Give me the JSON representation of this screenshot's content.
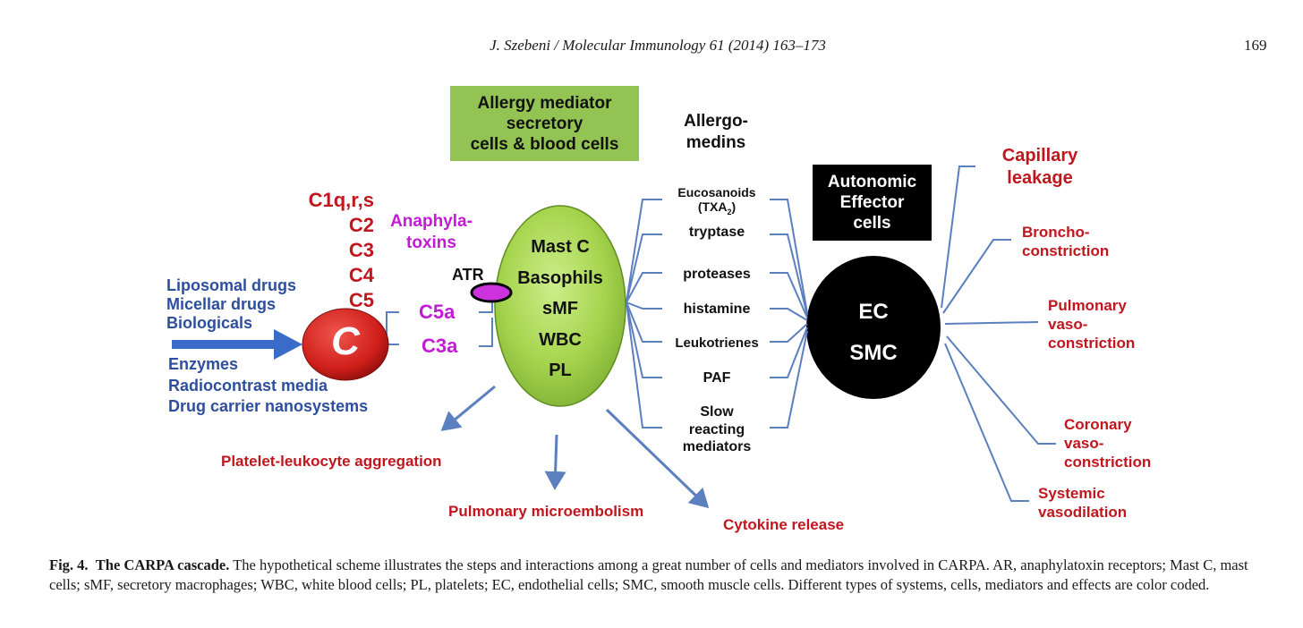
{
  "header": {
    "journal": "J. Szebeni / Molecular Immunology 61 (2014) 163–173",
    "page_number": "169"
  },
  "figure": {
    "green_box": [
      "Allergy mediator",
      "secretory",
      "cells & blood cells"
    ],
    "allergomedins_title": [
      "Allergo-",
      "medins"
    ],
    "autonomic_box": [
      "Autonomic",
      "Effector",
      "cells"
    ],
    "complement_components": [
      "C1q,r,s",
      "C2",
      "C3",
      "C4",
      "C5"
    ],
    "anaphylatoxins_label": [
      "Anaphyla-",
      "toxins"
    ],
    "triggers_top": [
      "Liposomal drugs",
      "Micellar drugs",
      "Biologicals"
    ],
    "triggers_bottom": [
      "Enzymes",
      "Radiocontrast media",
      "Drug carrier nanosystems"
    ],
    "complement_node": "C",
    "c5a": "C5a",
    "c3a": "C3a",
    "atr": "ATR",
    "green_cells": [
      "Mast C",
      "Basophils",
      "sMF",
      "WBC",
      "PL"
    ],
    "mediators": {
      "eucosanoids": "Eucosanoids",
      "txa": "(TXA",
      "txa_sub": "2",
      "txa_close": ")",
      "tryptase": "tryptase",
      "proteases": "proteases",
      "histamine": "histamine",
      "leukotrienes": "Leukotrienes",
      "paf": "PAF",
      "slow": [
        "Slow",
        "reacting",
        "mediators"
      ]
    },
    "black_cells": [
      "EC",
      "SMC"
    ],
    "effects": {
      "capillary": [
        "Capillary",
        "leakage"
      ],
      "broncho": [
        "Broncho-",
        "constriction"
      ],
      "pulmonary_vaso": [
        "Pulmonary",
        "vaso-",
        "constriction"
      ],
      "coronary": [
        "Coronary",
        "vaso-",
        "constriction"
      ],
      "systemic": [
        "Systemic",
        "vasodilation"
      ]
    },
    "outputs": {
      "platelet": "Platelet-leukocyte aggregation",
      "microembolism": "Pulmonary microembolism",
      "cytokine": "Cytokine release"
    },
    "colors": {
      "complement_red": "#c0161e",
      "trigger_blue": "#2d4f9e",
      "anaphylatoxin_magenta": "#c21ad6",
      "arrow_blue": "#5b7fbf",
      "cell_green": "#a6d44e",
      "box_green": "#92c353",
      "effector_black": "#000000"
    }
  },
  "caption": {
    "label": "Fig. 4.",
    "title": "The CARPA cascade.",
    "text": "The hypothetical scheme illustrates the steps and interactions among a great number of cells and mediators involved in CARPA. AR, anaphylatoxin receptors; Mast C, mast cells; sMF, secretory macrophages; WBC, white blood cells; PL, platelets; EC, endothelial cells; SMC, smooth muscle cells. Different types of systems, cells, mediators and effects are color coded."
  }
}
